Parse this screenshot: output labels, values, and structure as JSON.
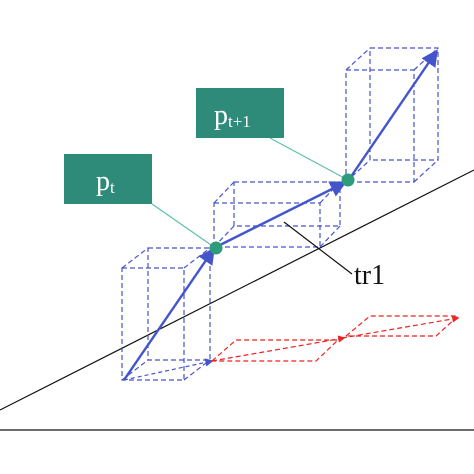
{
  "labels": {
    "pt": {
      "main": "p",
      "sub": "t"
    },
    "pt1": {
      "main": "p",
      "sub": "t+1"
    },
    "trajectory": "tr1"
  },
  "colors": {
    "box_fill": "#2e8b7a",
    "node": "#2e9b7a",
    "trajectory_arrow": "#4455cc",
    "dashed_box": "#4455cc",
    "projection": "#ee2222",
    "leader_line": "#5fbfa8",
    "ground_line": "#111111"
  }
}
